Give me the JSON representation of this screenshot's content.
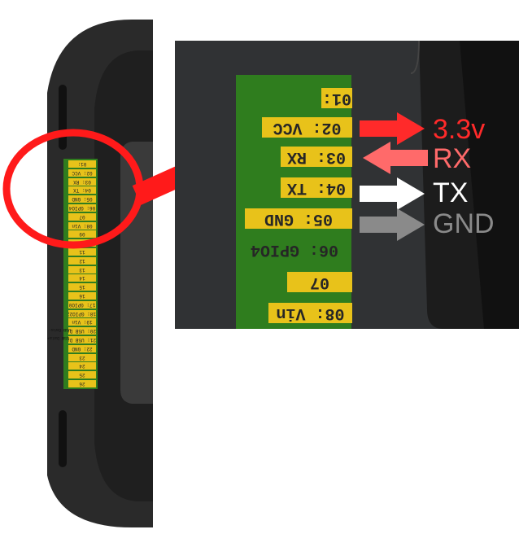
{
  "pins_large": [
    {
      "label": "01:",
      "signal": "",
      "color": ""
    },
    {
      "label": "02: VCC",
      "signal": "3.3v",
      "color": "#ff2a2a"
    },
    {
      "label": "03: RX",
      "signal": "RX",
      "color": "#ff6a6a"
    },
    {
      "label": "04: TX",
      "signal": "TX",
      "color": "#ffffff"
    },
    {
      "label": "05: GND",
      "signal": "GND",
      "color": "#8a8a8a"
    },
    {
      "label": "06: GPIO4",
      "signal": "",
      "color": ""
    },
    {
      "label": "07",
      "signal": "",
      "color": ""
    },
    {
      "label": "08: Vin",
      "signal": "",
      "color": ""
    }
  ],
  "pins_small": [
    "01:",
    "02: VCC",
    "03: RX",
    "04: TX",
    "05: GND",
    "06: GPIO4",
    "07",
    "08: Vin",
    "09",
    "10",
    "11",
    "12",
    "13",
    "14",
    "15",
    "16",
    "17: GPIO0",
    "18: GPIO22",
    "19: Vin",
    "20: USB Data-",
    "21: USB Data+",
    "22: GND",
    "23",
    "24",
    "25",
    "26"
  ],
  "side_notes": [
    "USB Data-",
    "USB Data+"
  ],
  "colors": {
    "highlight_circle": "#ff1a1a",
    "callout_arrow": "#ff1a1a",
    "pcb_green": "#2f7d1e",
    "pin_yellow": "#e8c21a",
    "device_dark": "#2b2b2b"
  }
}
